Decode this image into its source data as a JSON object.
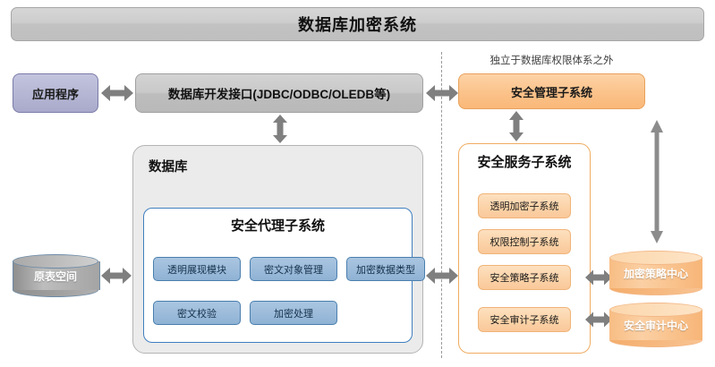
{
  "title": "数据库加密系统",
  "left": {
    "app_box": "应用程序",
    "db_api": "数据库开发接口(JDBC/ODBC/OLEDB等)",
    "database_label": "数据库",
    "agent_subsystem_title": "安全代理子系统",
    "agent_modules": [
      "透明展现模块",
      "密文对象管理",
      "加密数据类型",
      "密文校验",
      "加密处理"
    ],
    "tablespace_cylinder": "原表空间"
  },
  "right": {
    "independence_note": "独立于数据库权限体系之外",
    "security_management": "安全管理子系统",
    "service_subsystem_title": "安全服务子系统",
    "service_items": [
      "透明加密子系统",
      "权限控制子系统",
      "安全策略子系统",
      "安全审计子系统"
    ],
    "centers": [
      "加密策略中心",
      "安全审计中心"
    ]
  },
  "colors": {
    "title_bar": "#c6c6c6",
    "app_box": "#b6b7d4",
    "db_api": "#c9c9c9",
    "orange_accent": "#fbc28a",
    "blue_module": "#9dbcdb",
    "arrow_gray": "#808080",
    "agent_border": "#3f7fbf",
    "service_border": "#f0ac61"
  }
}
